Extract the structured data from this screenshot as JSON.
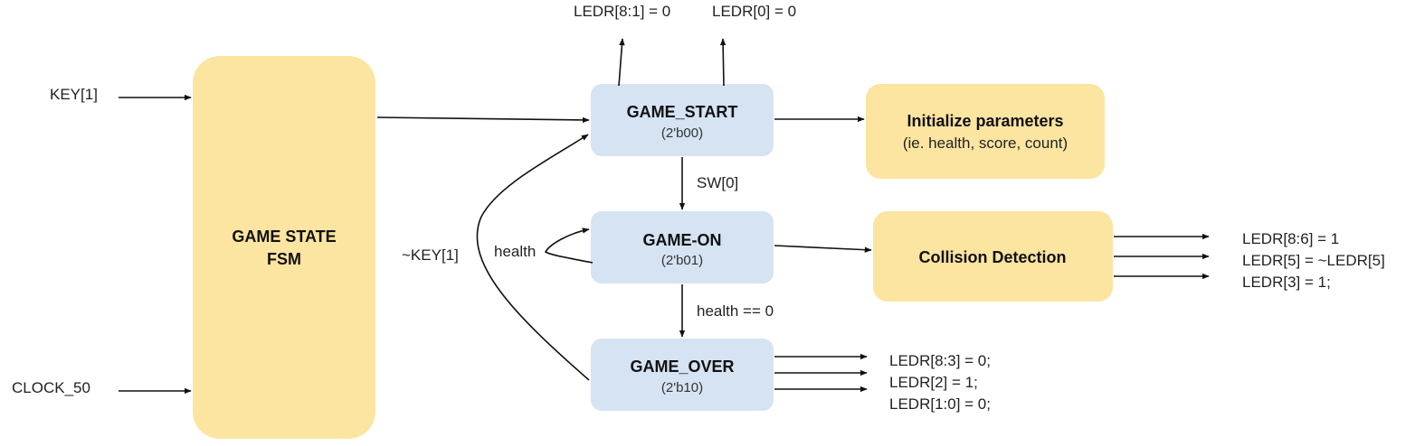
{
  "colors": {
    "fsm_fill": "#fce5a1",
    "state_fill": "#d6e3f3",
    "action_fill": "#fce5a1",
    "line": "#111111"
  },
  "inputs": {
    "key": "KEY[1]",
    "clock": "CLOCK_50"
  },
  "fsm": {
    "line1": "GAME STATE",
    "line2": "FSM"
  },
  "states": {
    "start": {
      "name": "GAME_START",
      "code": "(2'b00)"
    },
    "on": {
      "name": "GAME-ON",
      "code": "(2'b01)"
    },
    "over": {
      "name": "GAME_OVER",
      "code": "(2'b10)"
    }
  },
  "transitions": {
    "start_to_on": "SW[0]",
    "on_to_over": "health == 0",
    "on_self": "health",
    "over_to_start": "~KEY[1]"
  },
  "start_outputs": {
    "left": "LEDR[8:1] = 0",
    "right": "LEDR[0] = 0"
  },
  "init_box": {
    "line1": "Initialize parameters",
    "line2": "(ie. health, score, count)"
  },
  "collision_box": {
    "label": "Collision Detection"
  },
  "collision_outputs": [
    "LEDR[8:6] = 1",
    "LEDR[5] = ~LEDR[5]",
    "LEDR[3] = 1;"
  ],
  "over_outputs": [
    "LEDR[8:3] = 0;",
    "LEDR[2] = 1;",
    "LEDR[1:0] = 0;"
  ]
}
